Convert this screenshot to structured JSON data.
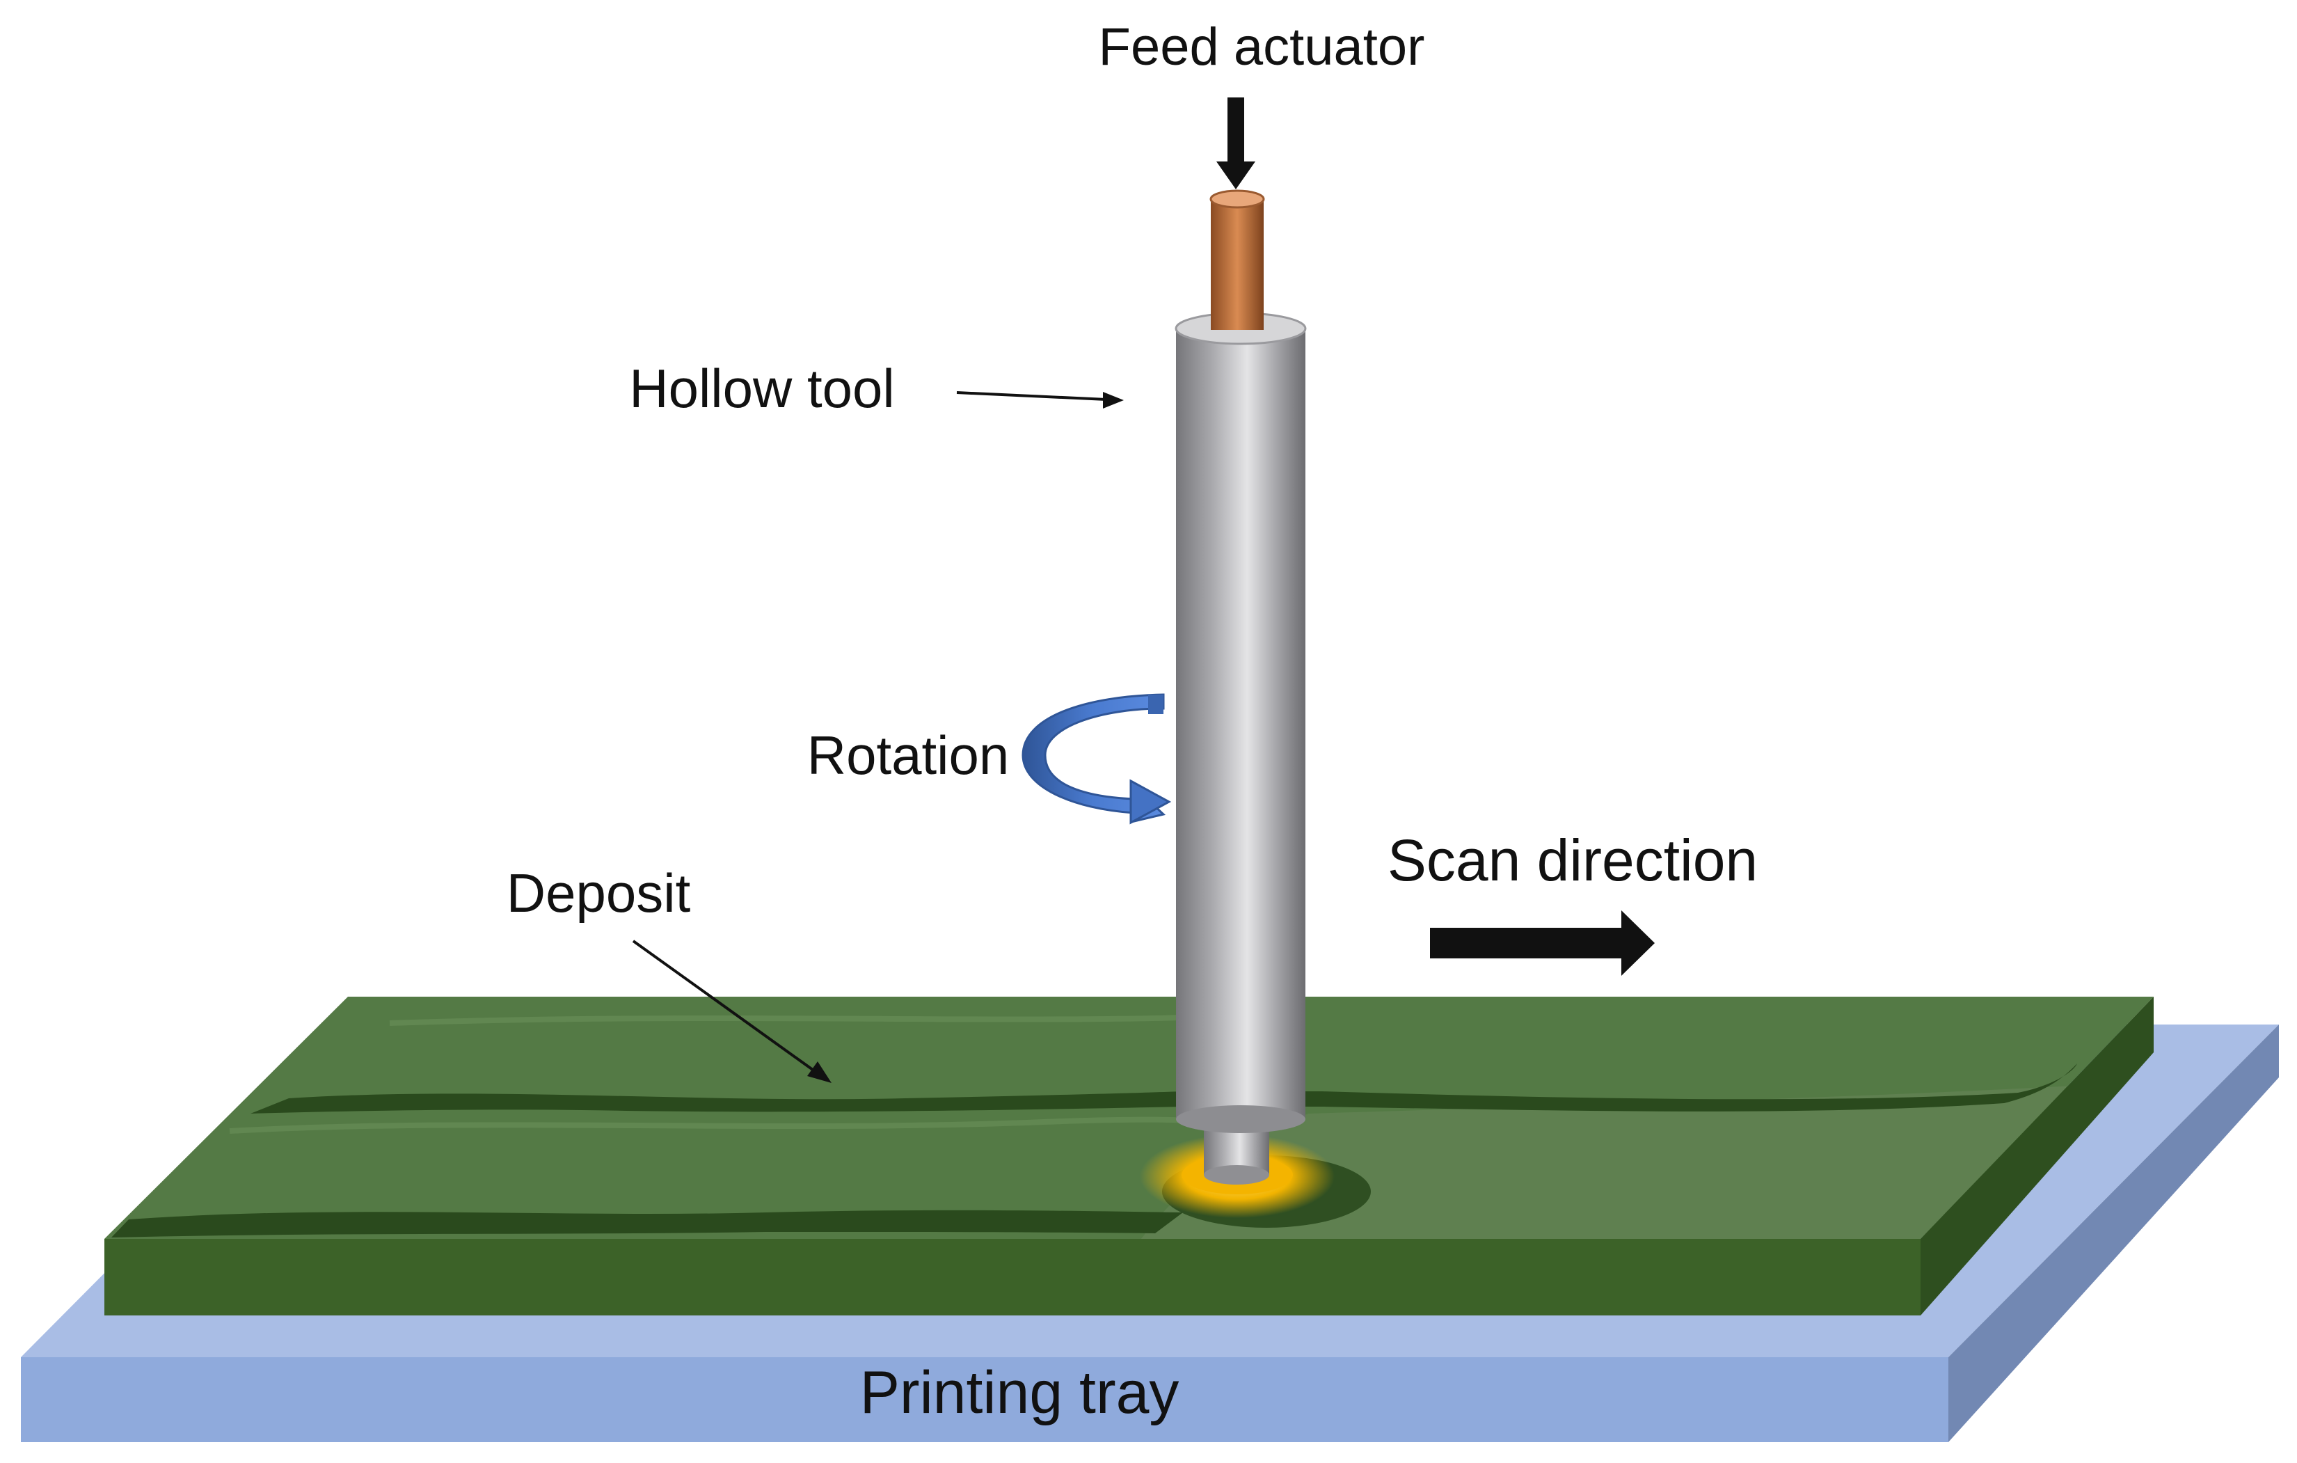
{
  "labels": {
    "feed_actuator": "Feed actuator",
    "hollow_tool": "Hollow tool",
    "rotation": "Rotation",
    "scan_direction": "Scan direction",
    "deposit": "Deposit",
    "printing_tray": "Printing tray"
  },
  "colors": {
    "background": "#ffffff",
    "tray_top": "#a9bde5",
    "tray_front": "#8faadc",
    "tray_side": "#7288b3",
    "deposit_top": "#547a45",
    "deposit_front": "#3c6228",
    "deposit_side": "#2e4f1f",
    "deposit_groove": "#2a4a1d",
    "tool_metal": "#b8b8bc",
    "feed_rod": "#c0703a",
    "rotation_arrow": "#4472c4",
    "heat_glow": "#f0b000",
    "text": "#111111"
  },
  "icons": {
    "feed_arrow": "arrow-down-icon",
    "rotation_arrow": "curved-rotation-arrow-icon",
    "scan_arrow": "arrow-right-icon"
  }
}
